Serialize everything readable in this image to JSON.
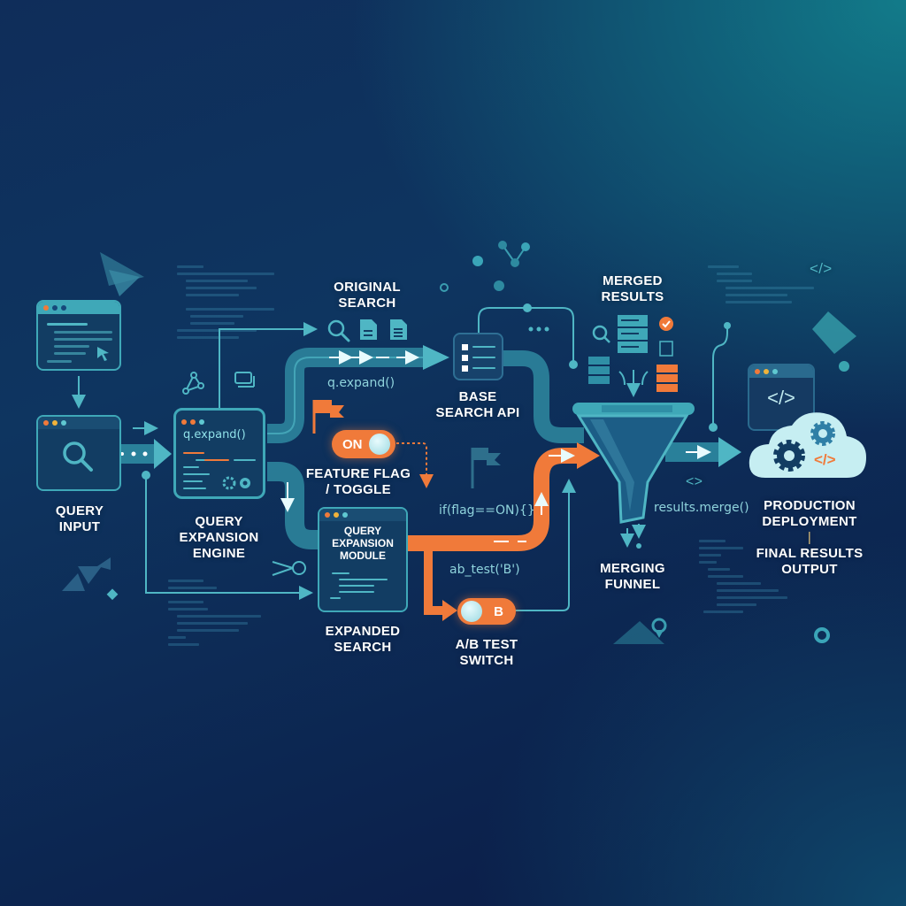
{
  "diagram": {
    "nodes": {
      "query_input": {
        "label_line1": "QUERY",
        "label_line2": "INPUT"
      },
      "query_expansion_engine": {
        "label_line1": "QUERY",
        "label_line2": "EXPANSION",
        "label_line3": "ENGINE",
        "code": "q.expand()"
      },
      "original_search": {
        "label_line1": "ORIGINAL",
        "label_line2": "SEARCH"
      },
      "base_search_api": {
        "label_line1": "BASE",
        "label_line2": "SEARCH API"
      },
      "feature_flag": {
        "label_line1": "FEATURE FLAG",
        "label_line2": "/ TOGGLE",
        "toggle_text": "ON"
      },
      "query_expansion_module": {
        "title_line1": "QUERY",
        "title_line2": "EXPANSION",
        "title_line3": "MODULE",
        "label_line1": "EXPANDED",
        "label_line2": "SEARCH"
      },
      "ab_test_switch": {
        "label_line1": "A/B TEST",
        "label_line2": "SWITCH",
        "toggle_text": "B"
      },
      "merged_results": {
        "label_line1": "MERGED",
        "label_line2": "RESULTS"
      },
      "merging_funnel": {
        "label_line1": "MERGING",
        "label_line2": "FUNNEL"
      },
      "production_deployment": {
        "label_line1": "PRODUCTION",
        "label_line2": "DEPLOYMENT",
        "separator": "|",
        "sub_line1": "FINAL RESULTS",
        "sub_line2": "OUTPUT"
      }
    },
    "edge_labels": {
      "expand_call": "q.expand()",
      "flag_condition": "if(flag==ON){}",
      "ab_call": "ab_test('B')",
      "merge_call": "results.merge()"
    },
    "icons": {
      "code_tag_top_right": "</>",
      "code_tag_mid": "<>",
      "cloud_code_tag": "</>",
      "window_code_tag": "</>"
    },
    "colors": {
      "accent_teal": "#4fb6c4",
      "accent_orange": "#f07a3a",
      "bg_top_left": "#0f2d5a",
      "bg_top_right": "#127f8c",
      "bg_bottom_left": "#0b1a45",
      "bg_bottom_right": "#0f4d70"
    }
  }
}
